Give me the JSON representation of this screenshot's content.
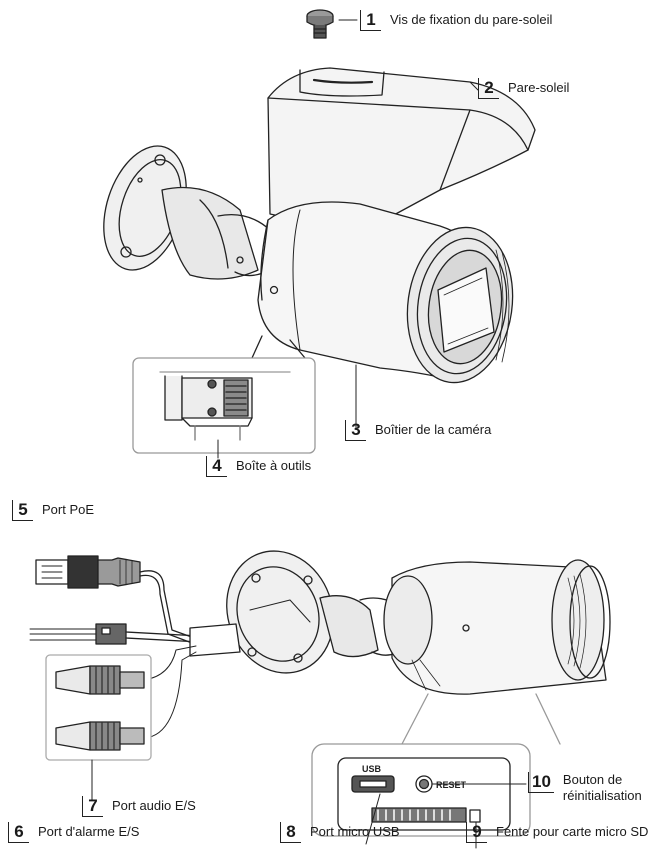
{
  "callouts": [
    {
      "num": "1",
      "label": "Vis de fixation du pare-soleil"
    },
    {
      "num": "2",
      "label": "Pare-soleil"
    },
    {
      "num": "3",
      "label": "Boîtier de la caméra"
    },
    {
      "num": "4",
      "label": "Boîte à outils"
    },
    {
      "num": "5",
      "label": "Port PoE"
    },
    {
      "num": "6",
      "label": "Port d'alarme E/S"
    },
    {
      "num": "7",
      "label": "Port audio E/S"
    },
    {
      "num": "8",
      "label": "Port micro USB"
    },
    {
      "num": "9",
      "label": "Fente pour carte micro SD"
    },
    {
      "num": "10",
      "label_line1": "Bouton de",
      "label_line2": "réinitialisation"
    }
  ],
  "panel_text": {
    "usb": "USB",
    "reset": "RESET"
  }
}
